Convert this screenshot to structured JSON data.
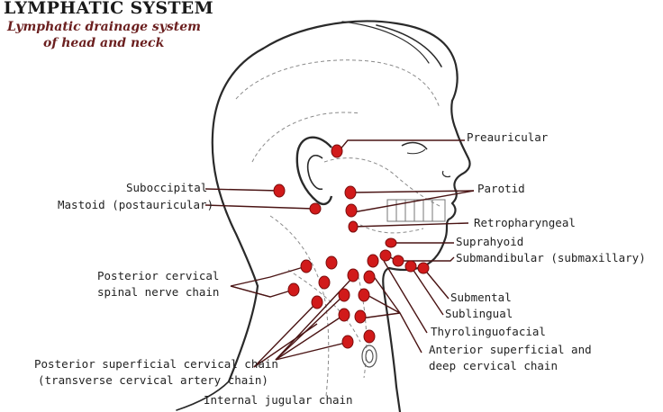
{
  "header": {
    "title": "LYMPHATIC SYSTEM",
    "subtitle_line1": "Lymphatic drainage system",
    "subtitle_line2": "of head and neck"
  },
  "labels": {
    "preauricular": "Preauricular",
    "parotid": "Parotid",
    "retropharyngeal": "Retropharyngeal",
    "suprahyoid": "Suprahyoid",
    "submandibular": "Submandibular (submaxillary)",
    "submental": "Submental",
    "sublingual": "Sublingual",
    "thyrolinguofacial": "Thyrolinguofacial",
    "anterior_line1": "Anterior superficial and",
    "anterior_line2": "deep cervical chain",
    "suboccipital": "Suboccipital",
    "mastoid": "Mastoid (postauricular)",
    "posterior_spinal_line1": "Posterior cervical",
    "posterior_spinal_line2": "spinal nerve chain",
    "posterior_superficial_line1": "Posterior superficial cervical chain",
    "posterior_superficial_line2": "(transverse cervical artery chain)",
    "internal_jugular": "Internal jugular chain"
  },
  "colors": {
    "node_fill": "#d11a1a",
    "node_dark": "#7a0d0d",
    "line": "#4a1414",
    "outline": "#2a2a2a"
  }
}
